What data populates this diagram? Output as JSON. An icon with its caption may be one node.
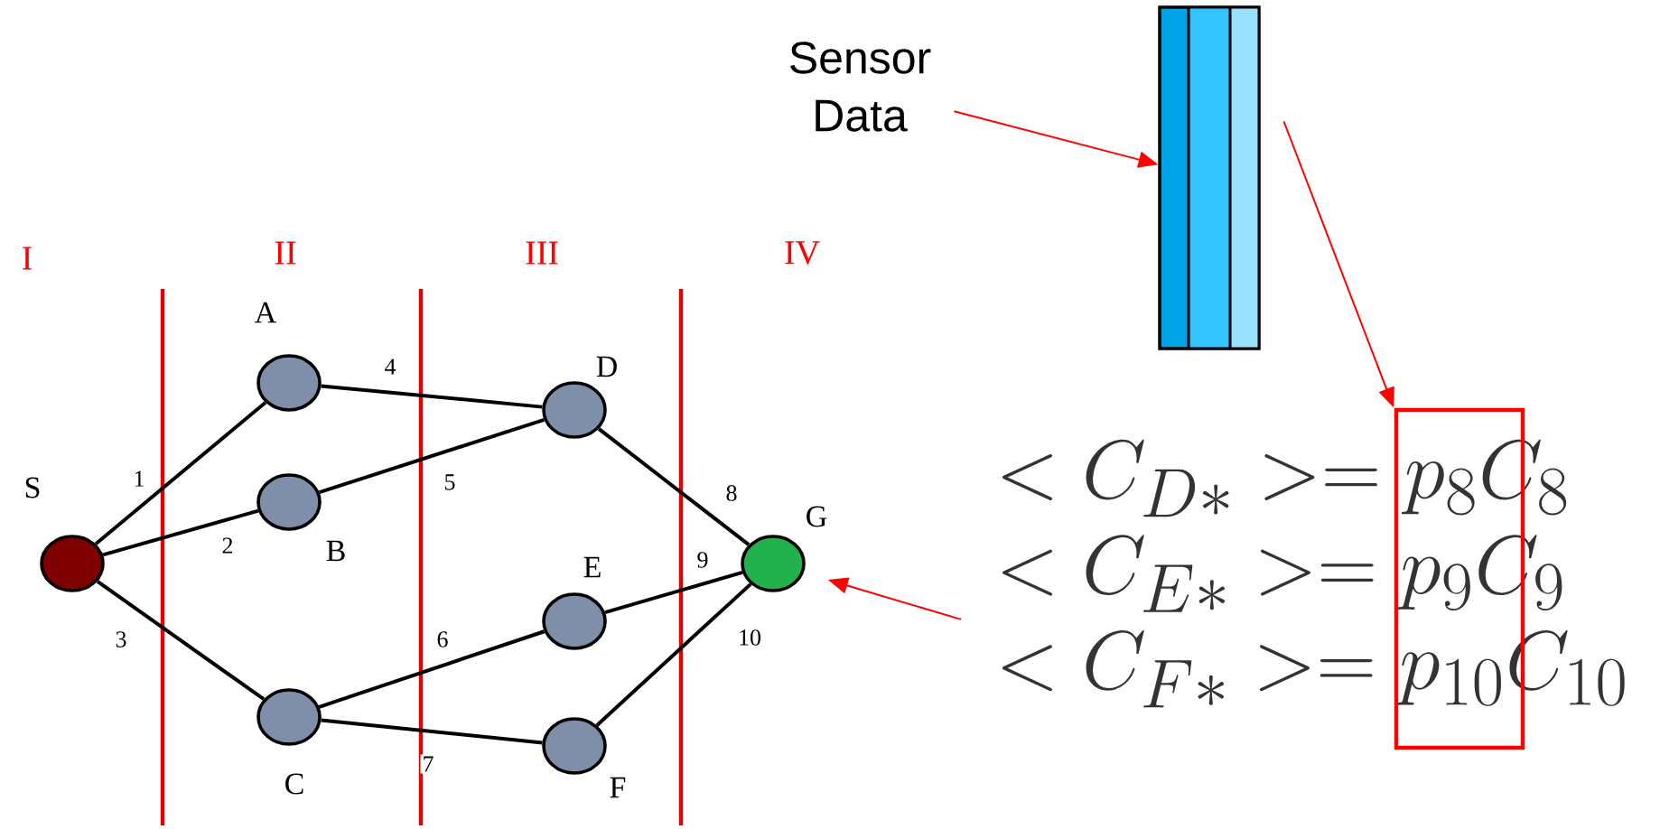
{
  "diagram": {
    "nodes": [
      {
        "text": [
          "S"
        ]
      },
      {
        "text": [
          "A"
        ]
      },
      {
        "text": [
          "B"
        ]
      },
      {
        "text": [
          "C"
        ]
      },
      {
        "text": [
          "D"
        ]
      },
      {
        "text": [
          "E"
        ]
      },
      {
        "text": [
          "F"
        ]
      },
      {
        "text": [
          "G"
        ]
      },
      {
        "text": [
          "Sensor Data"
        ]
      },
      {
        "text": [],
        "shape": "bar"
      },
      {
        "text": [
          "<C_{D*}>=p_{8}C_{8}",
          "<C_{E*}>=p_{9}C_{9}",
          "<C_{F*}>=p_{10}C_{10}"
        ]
      },
      {
        "text": [],
        "shape": "box"
      }
    ],
    "edges": [
      {
        "from": 0,
        "to": 1,
        "arrow": "none",
        "label": "1"
      },
      {
        "from": 0,
        "to": 2,
        "arrow": "none",
        "label": "2"
      },
      {
        "from": 0,
        "to": 3,
        "arrow": "none",
        "label": "3"
      },
      {
        "from": 1,
        "to": 4,
        "arrow": "none",
        "label": "4"
      },
      {
        "from": 2,
        "to": 4,
        "arrow": "none",
        "label": "5"
      },
      {
        "from": 3,
        "to": 5,
        "arrow": "none",
        "label": "6"
      },
      {
        "from": 3,
        "to": 6,
        "arrow": "none",
        "label": "7"
      },
      {
        "from": 4,
        "to": 7,
        "arrow": "none",
        "label": "8"
      },
      {
        "from": 5,
        "to": 7,
        "arrow": "none",
        "label": "9"
      },
      {
        "from": 6,
        "to": 7,
        "arrow": "none",
        "label": "10"
      },
      {
        "from": 8,
        "to": 9,
        "arrow": "to",
        "color": "#ff0000"
      },
      {
        "from": 9,
        "to": 11,
        "arrow": "to",
        "color": "#ff0000"
      },
      {
        "from": 10,
        "to": 7,
        "arrow": "to",
        "color": "#ff0000"
      }
    ],
    "labels": [
      "I",
      "II",
      "III",
      "IV"
    ]
  }
}
